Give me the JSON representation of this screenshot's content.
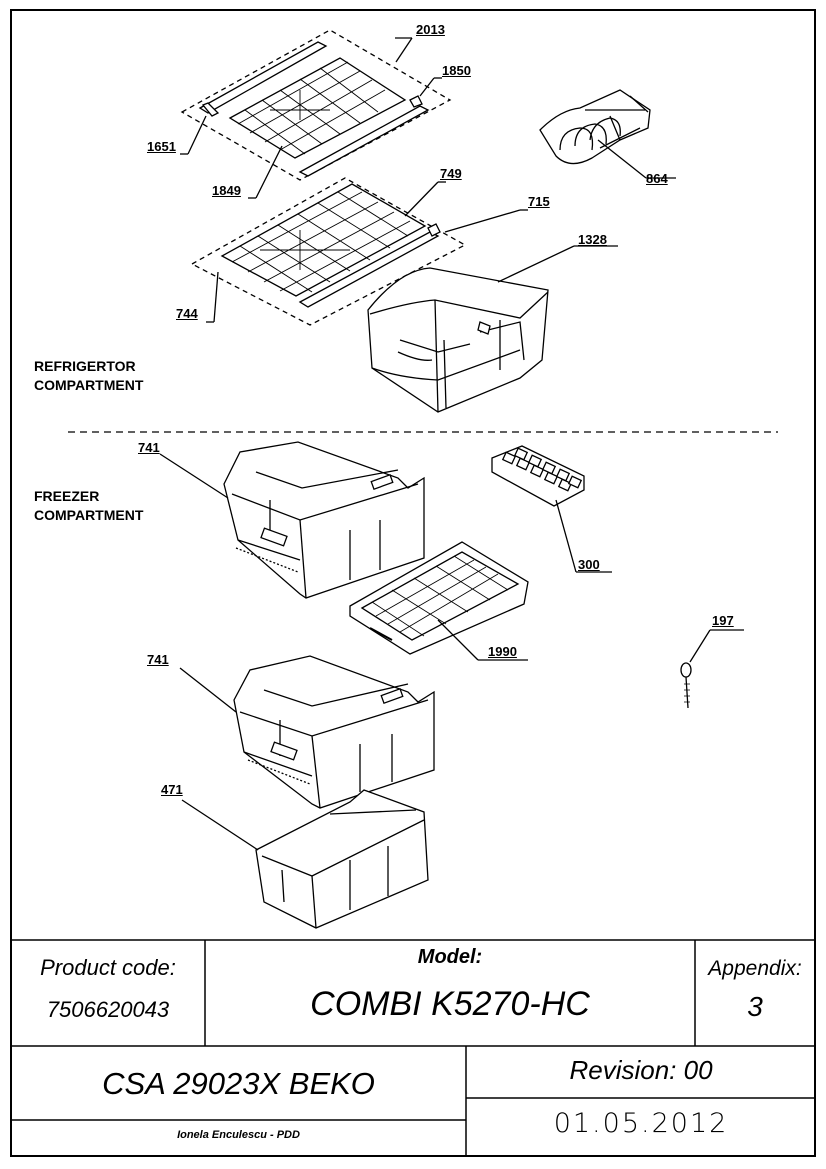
{
  "sections": {
    "refrigerator": [
      "REFRIGERTOR",
      "COMPARTMENT"
    ],
    "freezer": [
      "FREEZER",
      "COMPARTMENT"
    ]
  },
  "callouts": {
    "p2013": "2013",
    "p1850": "1850",
    "p1651": "1651",
    "p1849": "1849",
    "p864": "864",
    "p749": "749",
    "p715": "715",
    "p1328": "1328",
    "p744": "744",
    "p741a": "741",
    "p300": "300",
    "p1990": "1990",
    "p197": "197",
    "p741b": "741",
    "p471": "471"
  },
  "title_block": {
    "product_code_label": "Product code:",
    "product_code": "7506620043",
    "model_label": "Model:",
    "model": "COMBI K5270-HC",
    "appendix_label": "Appendix:",
    "appendix": "3",
    "product_name": "CSA 29023X BEKO",
    "revision": "Revision: 00",
    "author": "Ionela Enculescu - PDD",
    "date": "01.05.2012"
  }
}
